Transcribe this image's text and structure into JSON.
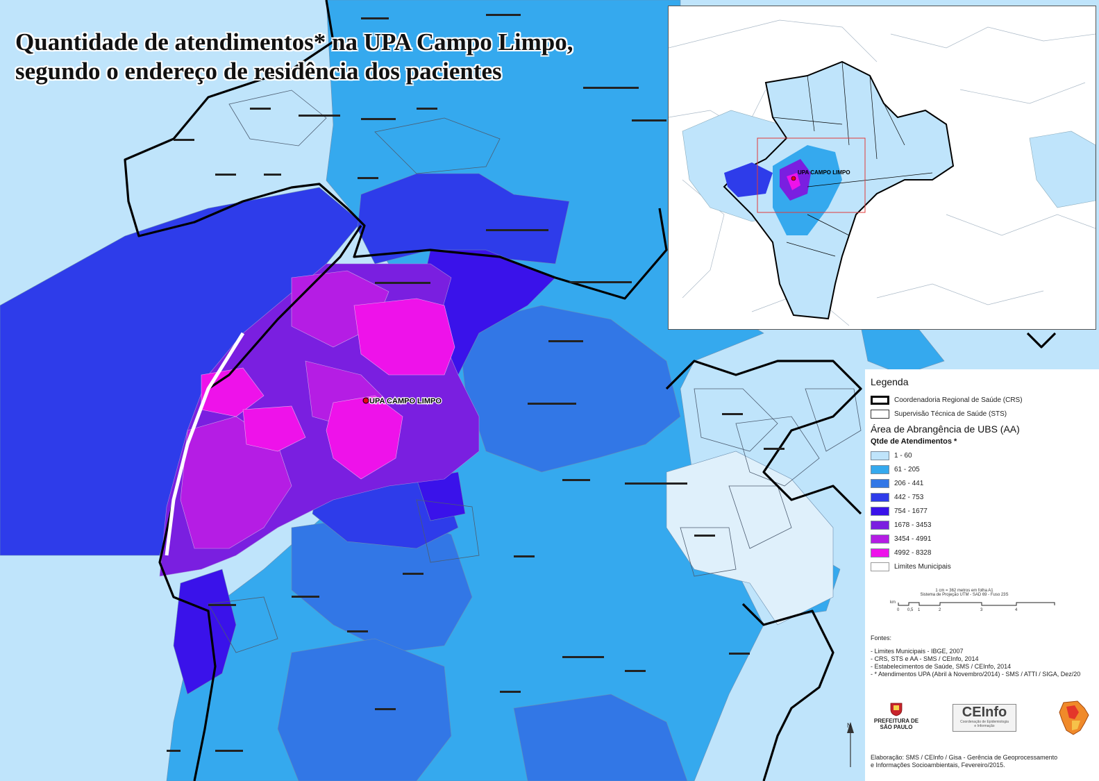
{
  "title": {
    "line1": "Quantidade de atendimentos* na UPA Campo Limpo,",
    "line2": "segundo o endereço de residência dos pacientes"
  },
  "map": {
    "upa_label": "UPA CAMPO LIMPO",
    "inset_upa_label": "UPA CAMPO LIMPO",
    "north_label": "N"
  },
  "legend": {
    "title": "Legenda",
    "boundaries": [
      {
        "label": "Coordenadoria Regional de Saúde (CRS)",
        "style": "thick"
      },
      {
        "label": "Supervisão Técnica de Saúde (STS)",
        "style": "thin"
      }
    ],
    "area_title": "Área de Abrangência de UBS (AA)",
    "qty_title": "Qtde de Atendimentos *",
    "classes": [
      {
        "label": "1 - 60",
        "color": "#bfe4fb"
      },
      {
        "label": "61 - 205",
        "color": "#35a9ee"
      },
      {
        "label": "206 - 441",
        "color": "#3277e6"
      },
      {
        "label": "442 - 753",
        "color": "#2e3cea"
      },
      {
        "label": "754 - 1677",
        "color": "#3a12ea"
      },
      {
        "label": "1678 - 3453",
        "color": "#7a1fe0"
      },
      {
        "label": "3454 - 4991",
        "color": "#b51de4"
      },
      {
        "label": "4992 - 8328",
        "color": "#ee12ea"
      }
    ],
    "municipal_label": "Limites Municipais",
    "scale_text1": "1 cm = 362 metros em folha A1",
    "scale_text2": "Sistema de Projeção UTM - SAD 69 - Fuso 23S",
    "scale_unit": "km",
    "scale_ticks": [
      "0",
      "0,5",
      "1",
      "2",
      "3",
      "4"
    ]
  },
  "sources": {
    "header": "Fontes:",
    "items": [
      "- Limites Municipais - IBGE, 2007",
      "- CRS, STS e AA - SMS / CEInfo, 2014",
      "- Estabelecimentos de Saúde, SMS / CEInfo, 2014",
      "- * Atendimentos UPA (Abril à Novembro/2014) - SMS / ATTI / SIGA, Dez/20"
    ]
  },
  "logos": {
    "prefeitura_line1": "PREFEITURA DE",
    "prefeitura_line2": "SÃO PAULO",
    "ceinfo": "CEInfo",
    "ceinfo_sub1": "Coordenação de Epidemiologia",
    "ceinfo_sub2": "e Informação"
  },
  "credit": {
    "line1": "Elaboração: SMS / CEInfo / Gisa - Gerência de Geoprocessamento",
    "line2": "e Informações Socioambientais, Fevereiro/2015."
  }
}
